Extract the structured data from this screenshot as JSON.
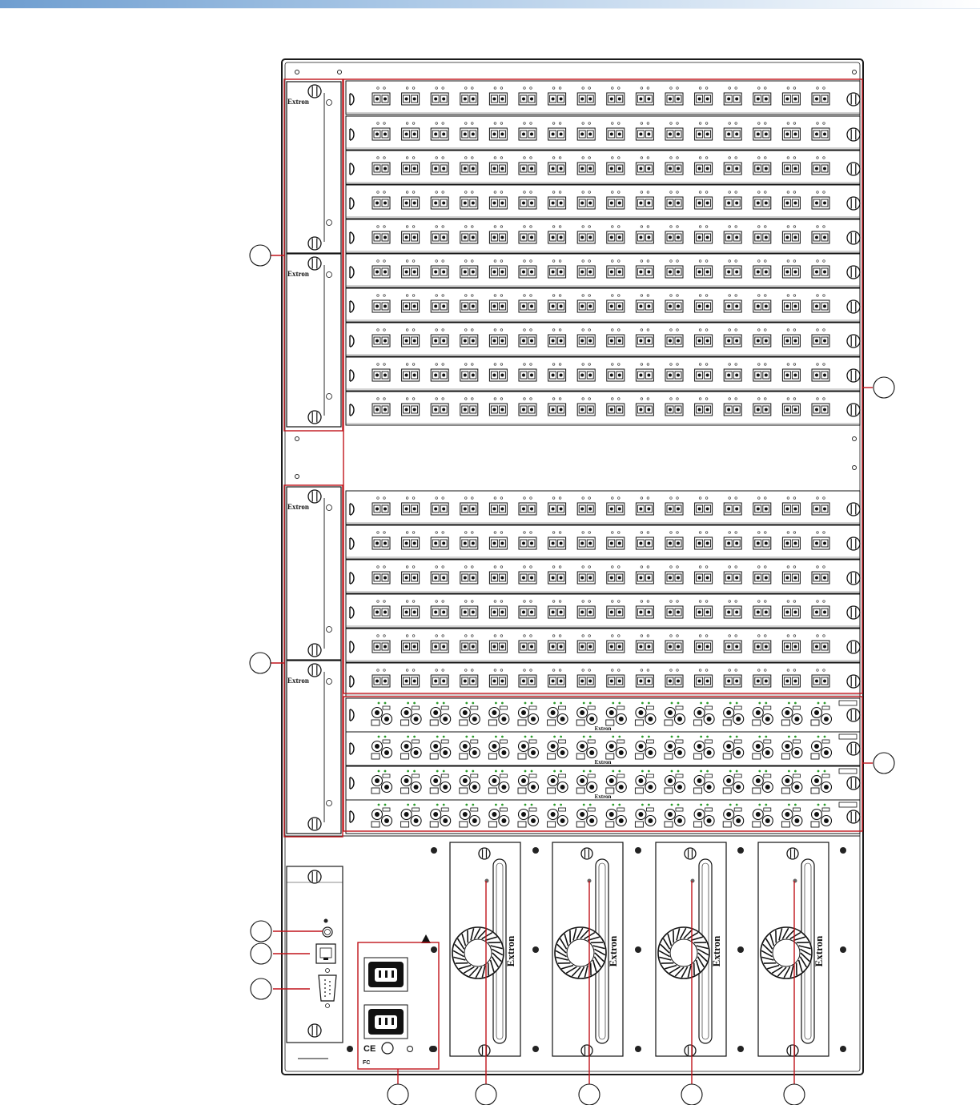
{
  "brand_label": "Extron",
  "callouts": [
    "",
    "",
    "",
    "",
    "",
    "",
    "",
    "",
    "",
    "",
    "",
    "",
    ""
  ],
  "power_entry": {
    "marks": "CE",
    "fcc": "FC"
  },
  "colors": {
    "callout_line": "#c0141b",
    "frame": "#1a1a1a",
    "topbar": "#6f9ed0",
    "led_green": "#2a9a2a"
  },
  "layout_counts": {
    "connectors_per_row": 16
  }
}
